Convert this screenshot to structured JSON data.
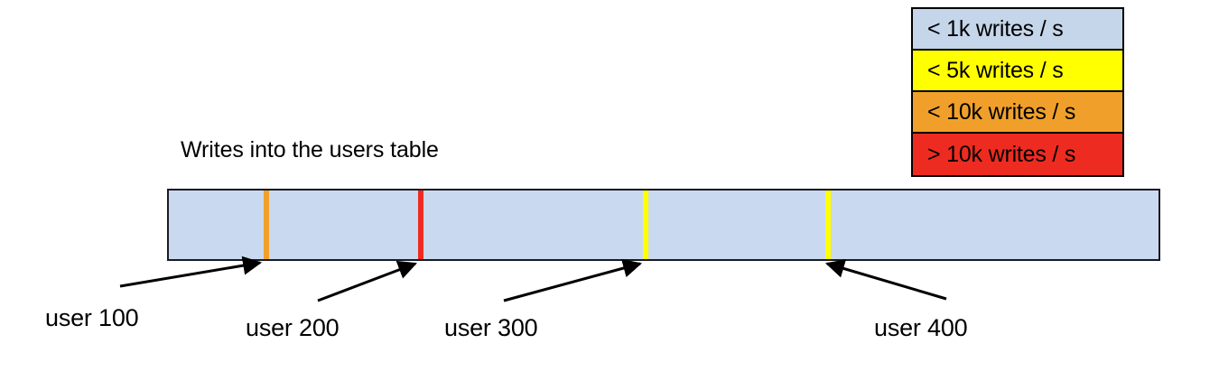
{
  "diagram": {
    "title": "Writes into the users table",
    "background_color": "#ffffff"
  },
  "legend": {
    "position": "top-right",
    "items": [
      {
        "label": "< 1k writes / s",
        "color": "#c5d5ea"
      },
      {
        "label": "< 5k writes / s",
        "color": "#ffff00"
      },
      {
        "label": "< 10k writes / s",
        "color": "#f0a02a"
      },
      {
        "label": "> 10k writes / s",
        "color": "#ee2b20"
      }
    ]
  },
  "bar": {
    "fill_color": "#c9d9ef",
    "border_color": "#1a1a22",
    "markers": [
      {
        "label": "user 100",
        "color": "#f0a02a",
        "x_percent": 9.6
      },
      {
        "label": "user 200",
        "color": "#ee2b20",
        "x_percent": 25.2
      },
      {
        "label": "user 300",
        "color": "#ffff00",
        "x_percent": 47.9
      },
      {
        "label": "user 400",
        "color": "#ffff00",
        "x_percent": 66.3
      }
    ]
  },
  "callouts": [
    {
      "label": "user 100"
    },
    {
      "label": "user 200"
    },
    {
      "label": "user 300"
    },
    {
      "label": "user 400"
    }
  ]
}
